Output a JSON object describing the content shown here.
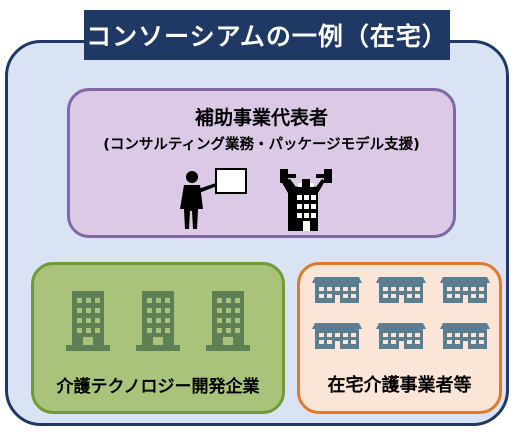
{
  "title": "コンソーシアムの一例（在宅）",
  "representative": {
    "title": "補助事業代表者",
    "subtitle": "(コンサルティング業務・パッケージモデル支援)",
    "icons": [
      "presenter-icon",
      "strong-building-icon"
    ]
  },
  "tech_company": {
    "label": "介護テクノロジー開発企業",
    "icons": [
      "office-building-icon",
      "office-building-icon",
      "office-building-icon"
    ]
  },
  "home_care": {
    "label": "在宅介護事業者等",
    "icons": [
      "facility-building-icon",
      "facility-building-icon",
      "facility-building-icon",
      "facility-building-icon",
      "facility-building-icon",
      "facility-building-icon"
    ]
  },
  "colors": {
    "outer_bg": "#dae3f3",
    "outer_border": "#1f3864",
    "title_bg": "#1f3864",
    "rep_bg": "#dcc9e6",
    "rep_border": "#7f67a8",
    "tech_bg": "#a9c47a",
    "tech_border": "#6f9a3a",
    "tech_icon": "#5f7f55",
    "home_bg": "#fbe5d6",
    "home_border": "#e07a2b",
    "home_icon": "#5a7e8f"
  }
}
